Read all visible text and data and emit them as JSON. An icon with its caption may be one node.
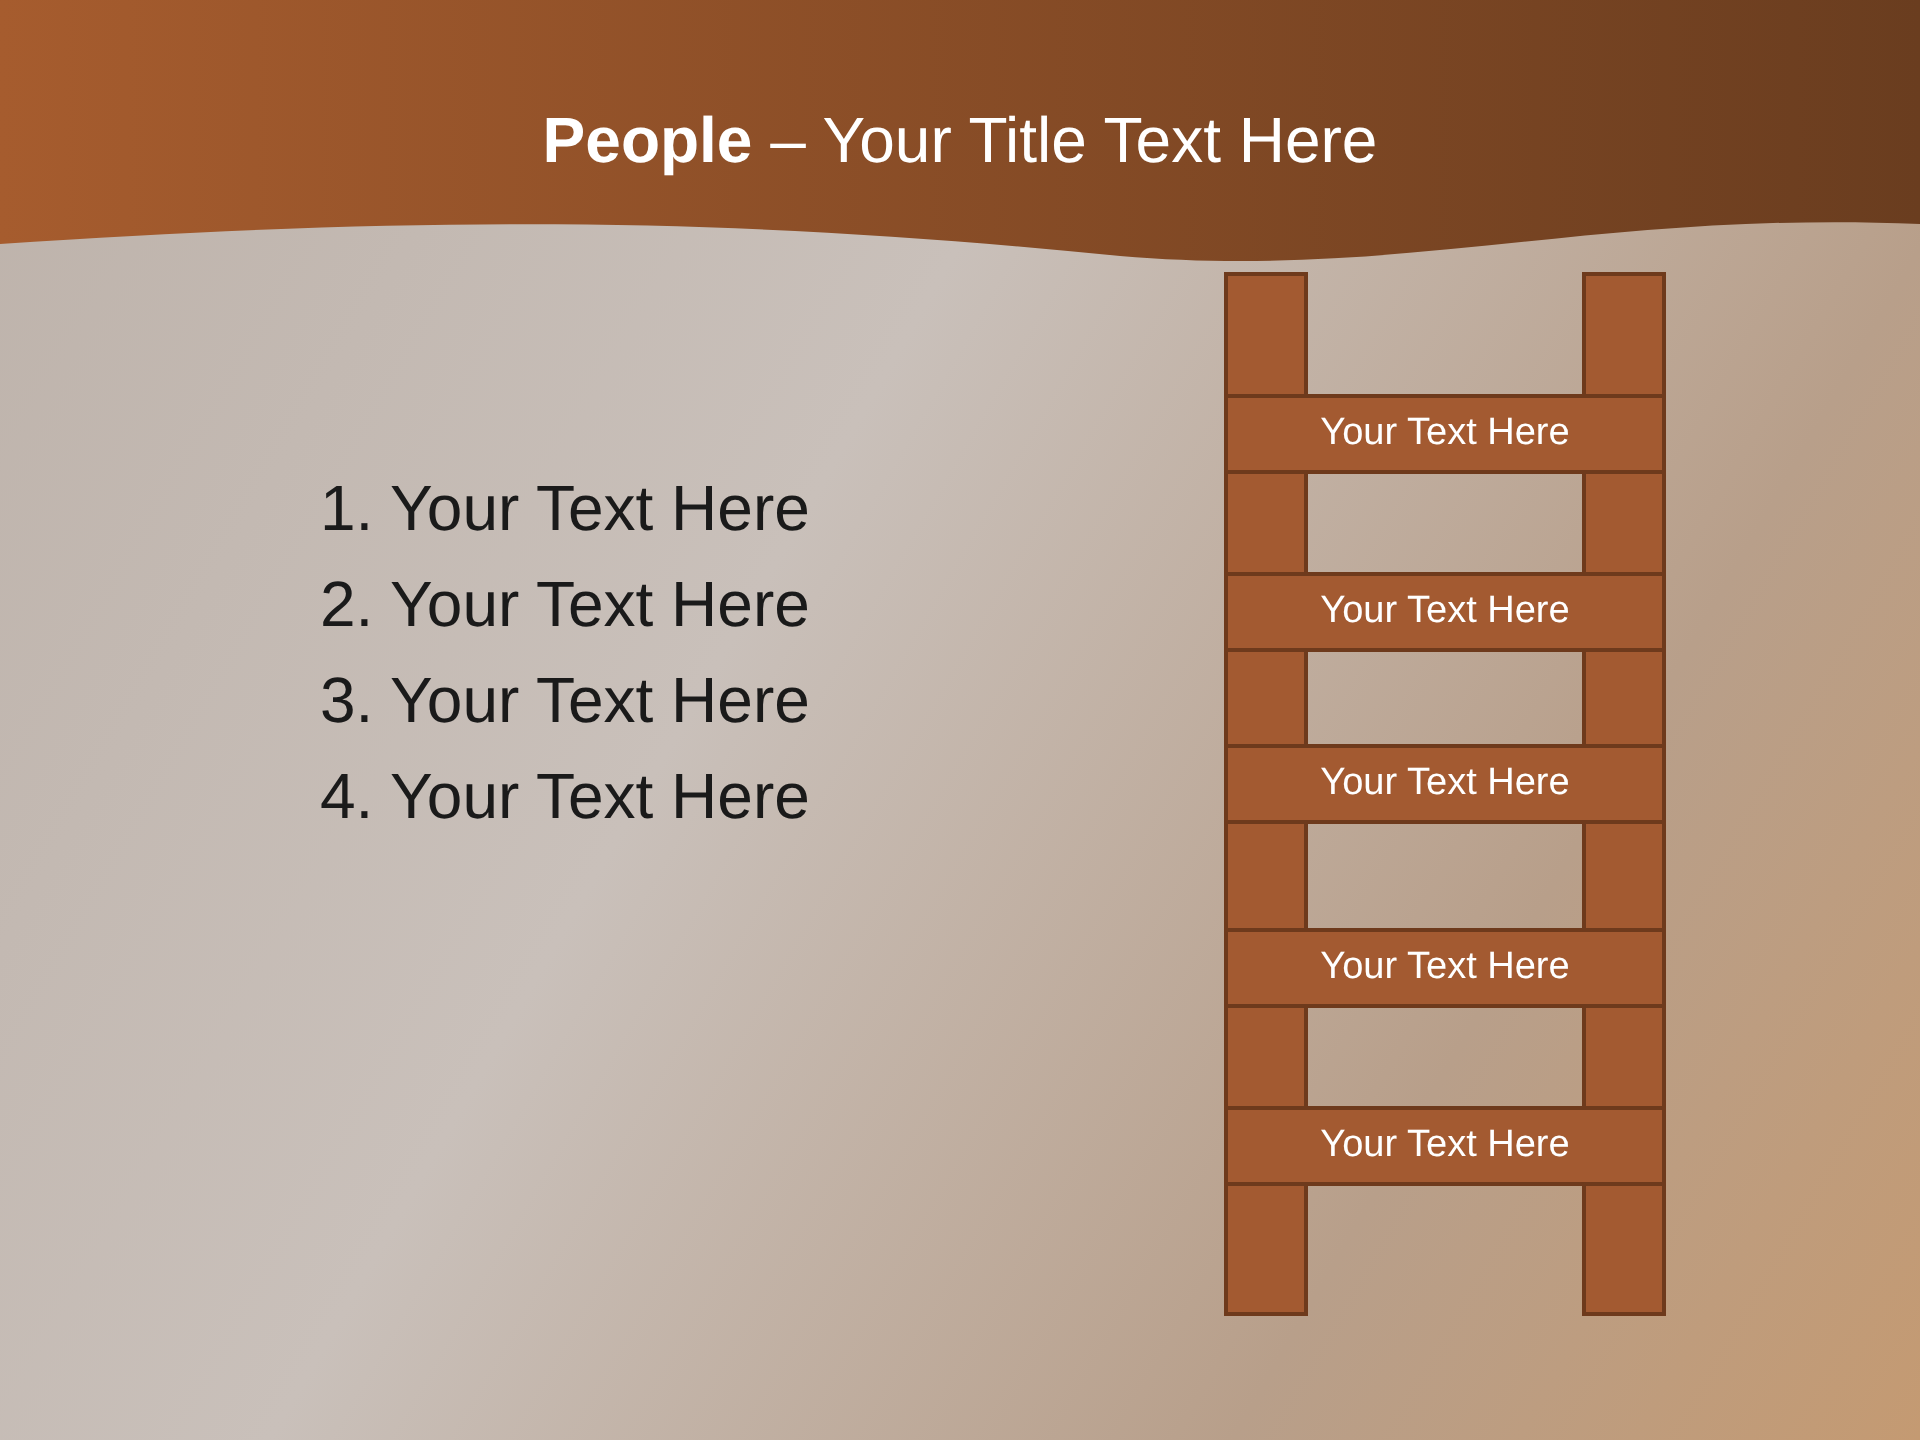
{
  "diagram": {
    "title": "**People** – Your Title Text Here",
    "nodes": [
      {
        "text": [
          "Your Text Here"
        ]
      },
      {
        "text": [
          "Your Text Here"
        ]
      },
      {
        "text": [
          "Your Text Here"
        ]
      },
      {
        "text": [
          "Your Text Here"
        ]
      },
      {
        "text": [
          "Your Text Here"
        ]
      },
      {
        "text": [],
        "shape": "bar"
      },
      {
        "text": [],
        "shape": "bar"
      }
    ],
    "labels": [
      "1. Your Text Here",
      "2. Your Text Here",
      "3. Your Text Here",
      "4. Your Text Here"
    ]
  }
}
